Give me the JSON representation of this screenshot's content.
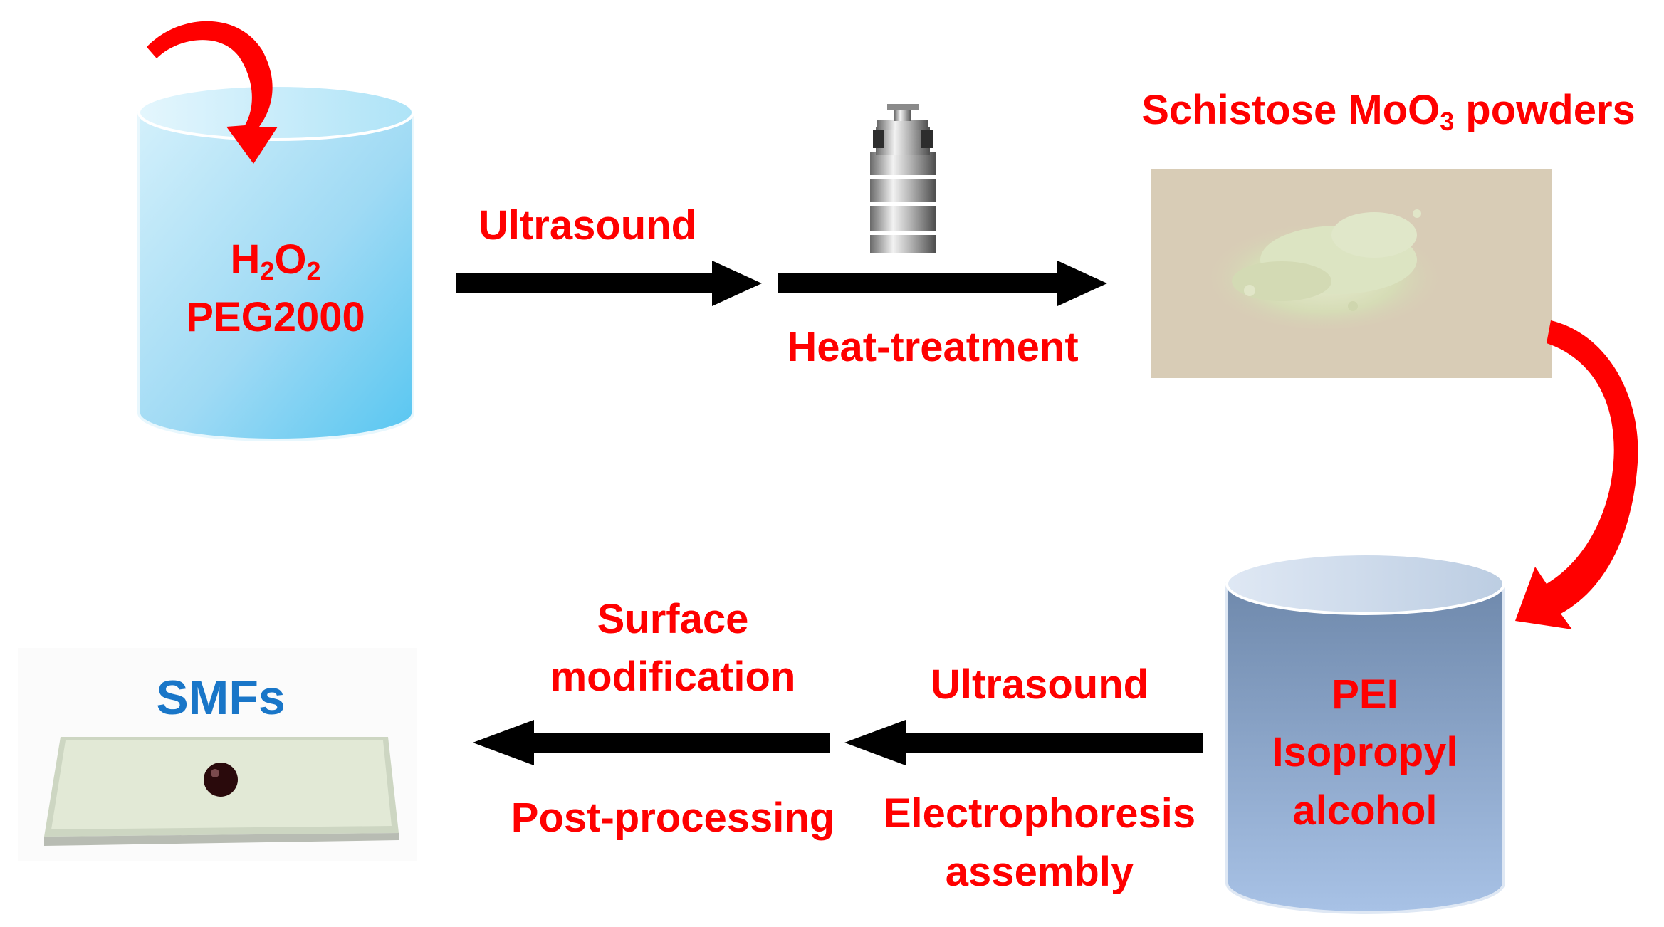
{
  "beaker1": {
    "formula": {
      "main": "H",
      "sub1": "2",
      "mid": "O",
      "sub2": "2"
    },
    "line2": "PEG2000"
  },
  "step1": {
    "label_top": "Ultrasound",
    "label_bottom": "Heat-treatment"
  },
  "powder": {
    "title": {
      "prefix": "Schistose MoO",
      "sub": "3",
      "suffix": " powders"
    }
  },
  "beaker2": {
    "line1": "PEI",
    "line2": "Isopropyl",
    "line3": "alcohol"
  },
  "step2": {
    "label_top": "Ultrasound",
    "label_bottom_1": "Electrophoresis",
    "label_bottom_2": "assembly"
  },
  "step3": {
    "label_top_1": "Surface",
    "label_top_2": "modification",
    "label_bottom": "Post-processing"
  },
  "product": {
    "label": "SMFs"
  },
  "colors": {
    "label_red": "#ff0000",
    "label_blue": "#1976c8",
    "arrow_black": "#000000",
    "curved_arrow_red": "#ff0000"
  }
}
